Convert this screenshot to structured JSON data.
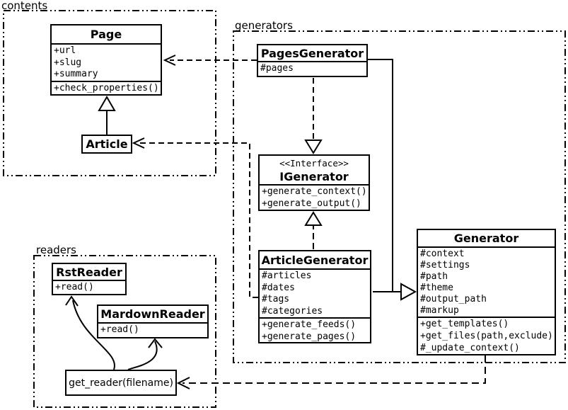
{
  "diagram_title": "UML class diagram",
  "colors": {
    "line": "#000000",
    "background": "#ffffff"
  },
  "packages": {
    "contents": {
      "label": "contents"
    },
    "generators": {
      "label": "generators"
    },
    "readers": {
      "label": "readers"
    }
  },
  "classes": {
    "page": {
      "title": "Page",
      "attributes": [
        "+url",
        "+slug",
        "+summary"
      ],
      "methods": [
        "+check_properties()"
      ]
    },
    "article": {
      "title": "Article"
    },
    "pages_generator": {
      "title": "PagesGenerator",
      "attributes": [
        "#pages"
      ]
    },
    "igenerator": {
      "stereotype": "<<Interface>>",
      "title": "IGenerator",
      "methods": [
        "+generate_context()",
        "+generate_output()"
      ]
    },
    "article_generator": {
      "title": "ArticleGenerator",
      "attributes": [
        "#articles",
        "#dates",
        "#tags",
        "#categories"
      ],
      "methods": [
        "+generate_feeds()",
        "+generate_pages()"
      ]
    },
    "generator": {
      "title": "Generator",
      "attributes": [
        "#context",
        "#settings",
        "#path",
        "#theme",
        "#output_path",
        "#markup"
      ],
      "methods": [
        "+get_templates()",
        "+get_files(path,exclude)",
        "#_update_context()"
      ]
    },
    "rst_reader": {
      "title": "RstReader",
      "methods": [
        "+read()"
      ]
    },
    "mardown_reader": {
      "title": "MardownReader",
      "methods": [
        "+read()"
      ]
    },
    "get_reader": {
      "title": "get_reader(filename)"
    }
  },
  "relationships": [
    "Article --|> Page (inheritance)",
    "PagesGenerator ..|> IGenerator (realization)",
    "ArticleGenerator ..|> IGenerator (realization)",
    "PagesGenerator --|> Generator (inheritance)",
    "ArticleGenerator --|> Generator (inheritance)",
    "PagesGenerator ..> Page (dependency)",
    "ArticleGenerator ..> Article (dependency)",
    "Generator ..> get_reader (dependency)",
    "get_reader -> RstReader (arrow)",
    "get_reader -> MardownReader (arrow)"
  ]
}
